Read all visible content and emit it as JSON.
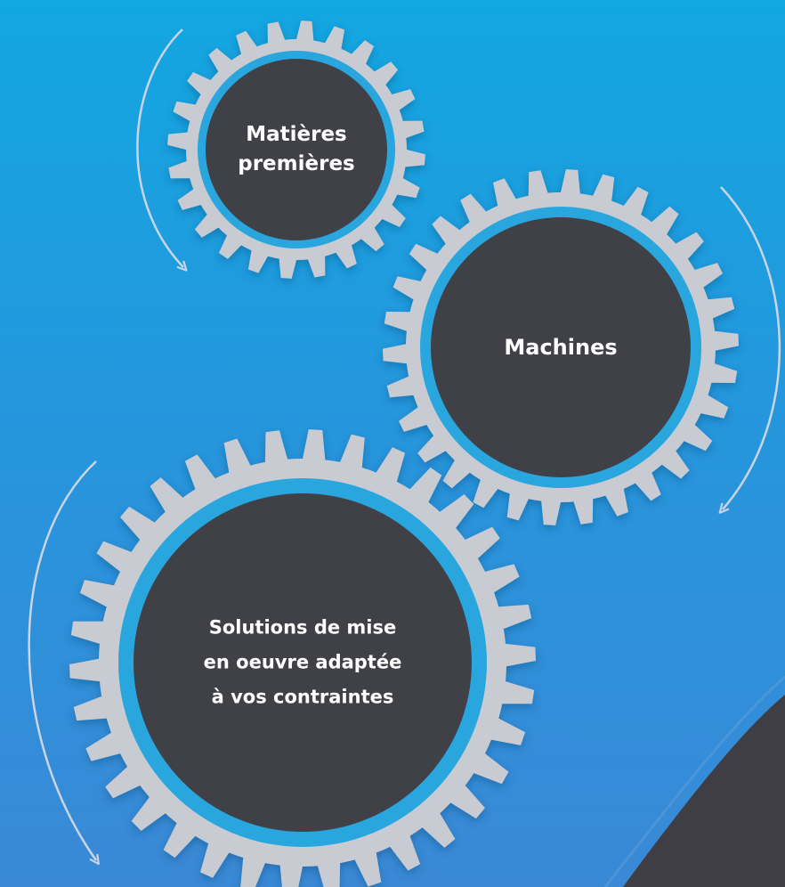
{
  "gears": [
    {
      "id": "top",
      "lines": [
        "Matières",
        "premières"
      ]
    },
    {
      "id": "mid",
      "lines": [
        "Machines"
      ]
    },
    {
      "id": "bot",
      "lines": [
        "Solutions de mise",
        "en oeuvre adaptée",
        "à vos contraintes"
      ]
    }
  ],
  "colors": {
    "gear_teeth": "#c8ccd2",
    "gear_ring": "#29a6de",
    "gear_core": "#414046",
    "arrow": "#c9d4e4",
    "corner": "#3f3e44"
  }
}
